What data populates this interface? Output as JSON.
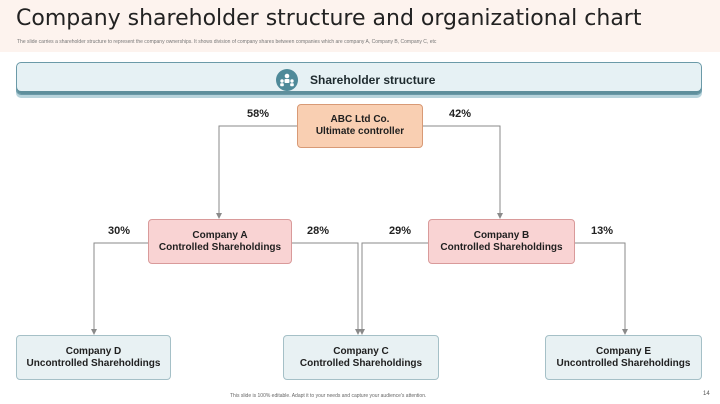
{
  "header": {
    "title": "Company shareholder structure and organizational chart",
    "subtitle": "The slide carries a shareholder structure to represent the company ownerships. It shows division of company shares between companies which are company A, Company B, Company C, etc"
  },
  "banner": {
    "label": "Shareholder structure",
    "icon": "people-group-icon"
  },
  "nodes": {
    "root": {
      "line1": "ABC Ltd Co.",
      "line2": "Ultimate controller"
    },
    "company_a": {
      "line1": "Company A",
      "line2": "Controlled Shareholdings"
    },
    "company_b": {
      "line1": "Company B",
      "line2": "Controlled Shareholdings"
    },
    "company_d": {
      "line1": "Company D",
      "line2": "Uncontrolled Shareholdings"
    },
    "company_c": {
      "line1": "Company C",
      "line2": "Controlled Shareholdings"
    },
    "company_e": {
      "line1": "Company E",
      "line2": "Uncontrolled Shareholdings"
    }
  },
  "percentages": {
    "root_to_a": "58%",
    "root_to_b": "42%",
    "a_to_d": "30%",
    "a_to_c": "28%",
    "b_to_c": "29%",
    "b_to_e": "13%"
  },
  "footer": {
    "note": "This slide is 100% editable. Adapt it to your needs and capture your audience's attention.",
    "page": "14"
  },
  "colors": {
    "root_fill": "#f9cfb2",
    "controlled_fill": "#f9d3d3",
    "leaf_fill": "#e8f1f3",
    "banner_fill": "#e6f1f4",
    "connector": "#8a8a8a"
  }
}
